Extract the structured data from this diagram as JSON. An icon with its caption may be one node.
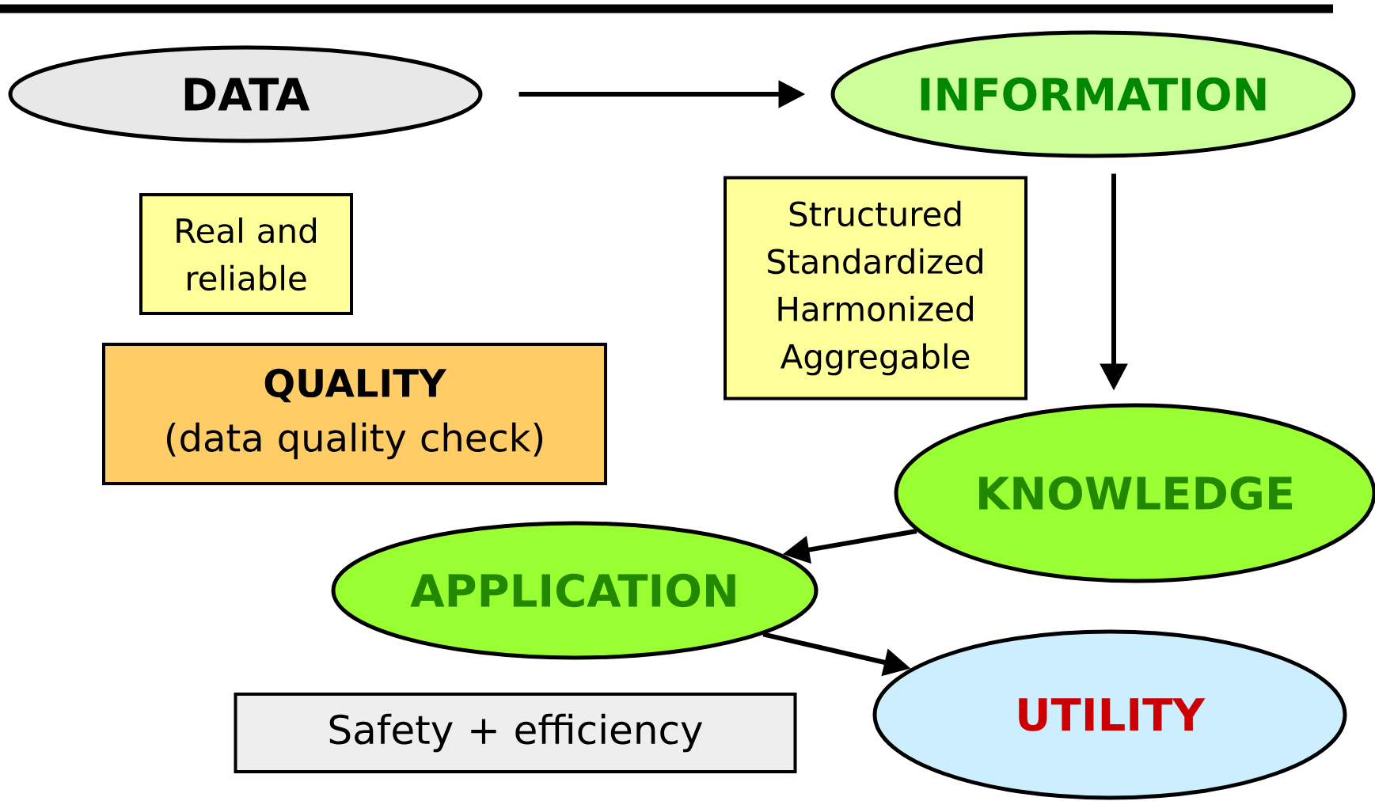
{
  "diagram": {
    "nodes": [
      {
        "text": [
          "DATA"
        ]
      },
      {
        "text": [
          "INFORMATION"
        ]
      },
      {
        "text": [
          "Real and reliable"
        ]
      },
      {
        "text": [
          "QUALITY",
          "(data quality check)"
        ]
      },
      {
        "text": [
          "Structured Standardized Harmonized Aggregable"
        ]
      },
      {
        "text": [
          "KNOWLEDGE"
        ]
      },
      {
        "text": [
          "APPLICATION"
        ]
      },
      {
        "text": [
          "Safety + efficiency"
        ]
      },
      {
        "text": [
          "UTILITY"
        ]
      }
    ],
    "edges": [
      {
        "from": 0,
        "to": 1,
        "arrow": "to"
      },
      {
        "from": 1,
        "to": 5,
        "arrow": "to"
      },
      {
        "from": 5,
        "to": 6,
        "arrow": "to"
      },
      {
        "from": 6,
        "to": 8,
        "arrow": "to"
      }
    ]
  }
}
